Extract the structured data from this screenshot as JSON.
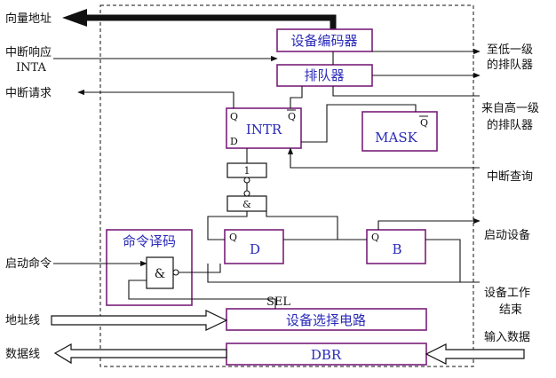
{
  "signals": {
    "left": {
      "address_out": "向量地址",
      "int_ack_line1": "中断响应",
      "int_ack_line2": "INTA",
      "int_request": "中断请求",
      "start_command": "启动命令",
      "address_bus": "地址线",
      "data_bus": "数据线"
    },
    "right": {
      "to_lower_line1": "至低一级",
      "to_lower_line2": "的排队器",
      "from_higher_line1": "来自高一级",
      "from_higher_line2": "的排队器",
      "int_query": "中断查询",
      "start_device": "启动设备",
      "device_done_line1": "设备工作",
      "device_done_line2": "结束",
      "input_data": "输入数据"
    }
  },
  "blocks": {
    "device_encoder": "设备编码器",
    "queue": "排队器",
    "intr": "INTR",
    "mask": "MASK",
    "command_decoder": "命令译码",
    "d_flipflop": "D",
    "b_flipflop": "B",
    "device_select": "设备选择电路",
    "dbr": "DBR"
  },
  "pins": {
    "q": "Q",
    "q_bar": "Q",
    "d": "D",
    "one": "1",
    "and": "&",
    "sel": "SEL"
  },
  "colors": {
    "block_border": "#7a1f7a",
    "block_text": "#2a2ab8",
    "wire": "#111111"
  }
}
